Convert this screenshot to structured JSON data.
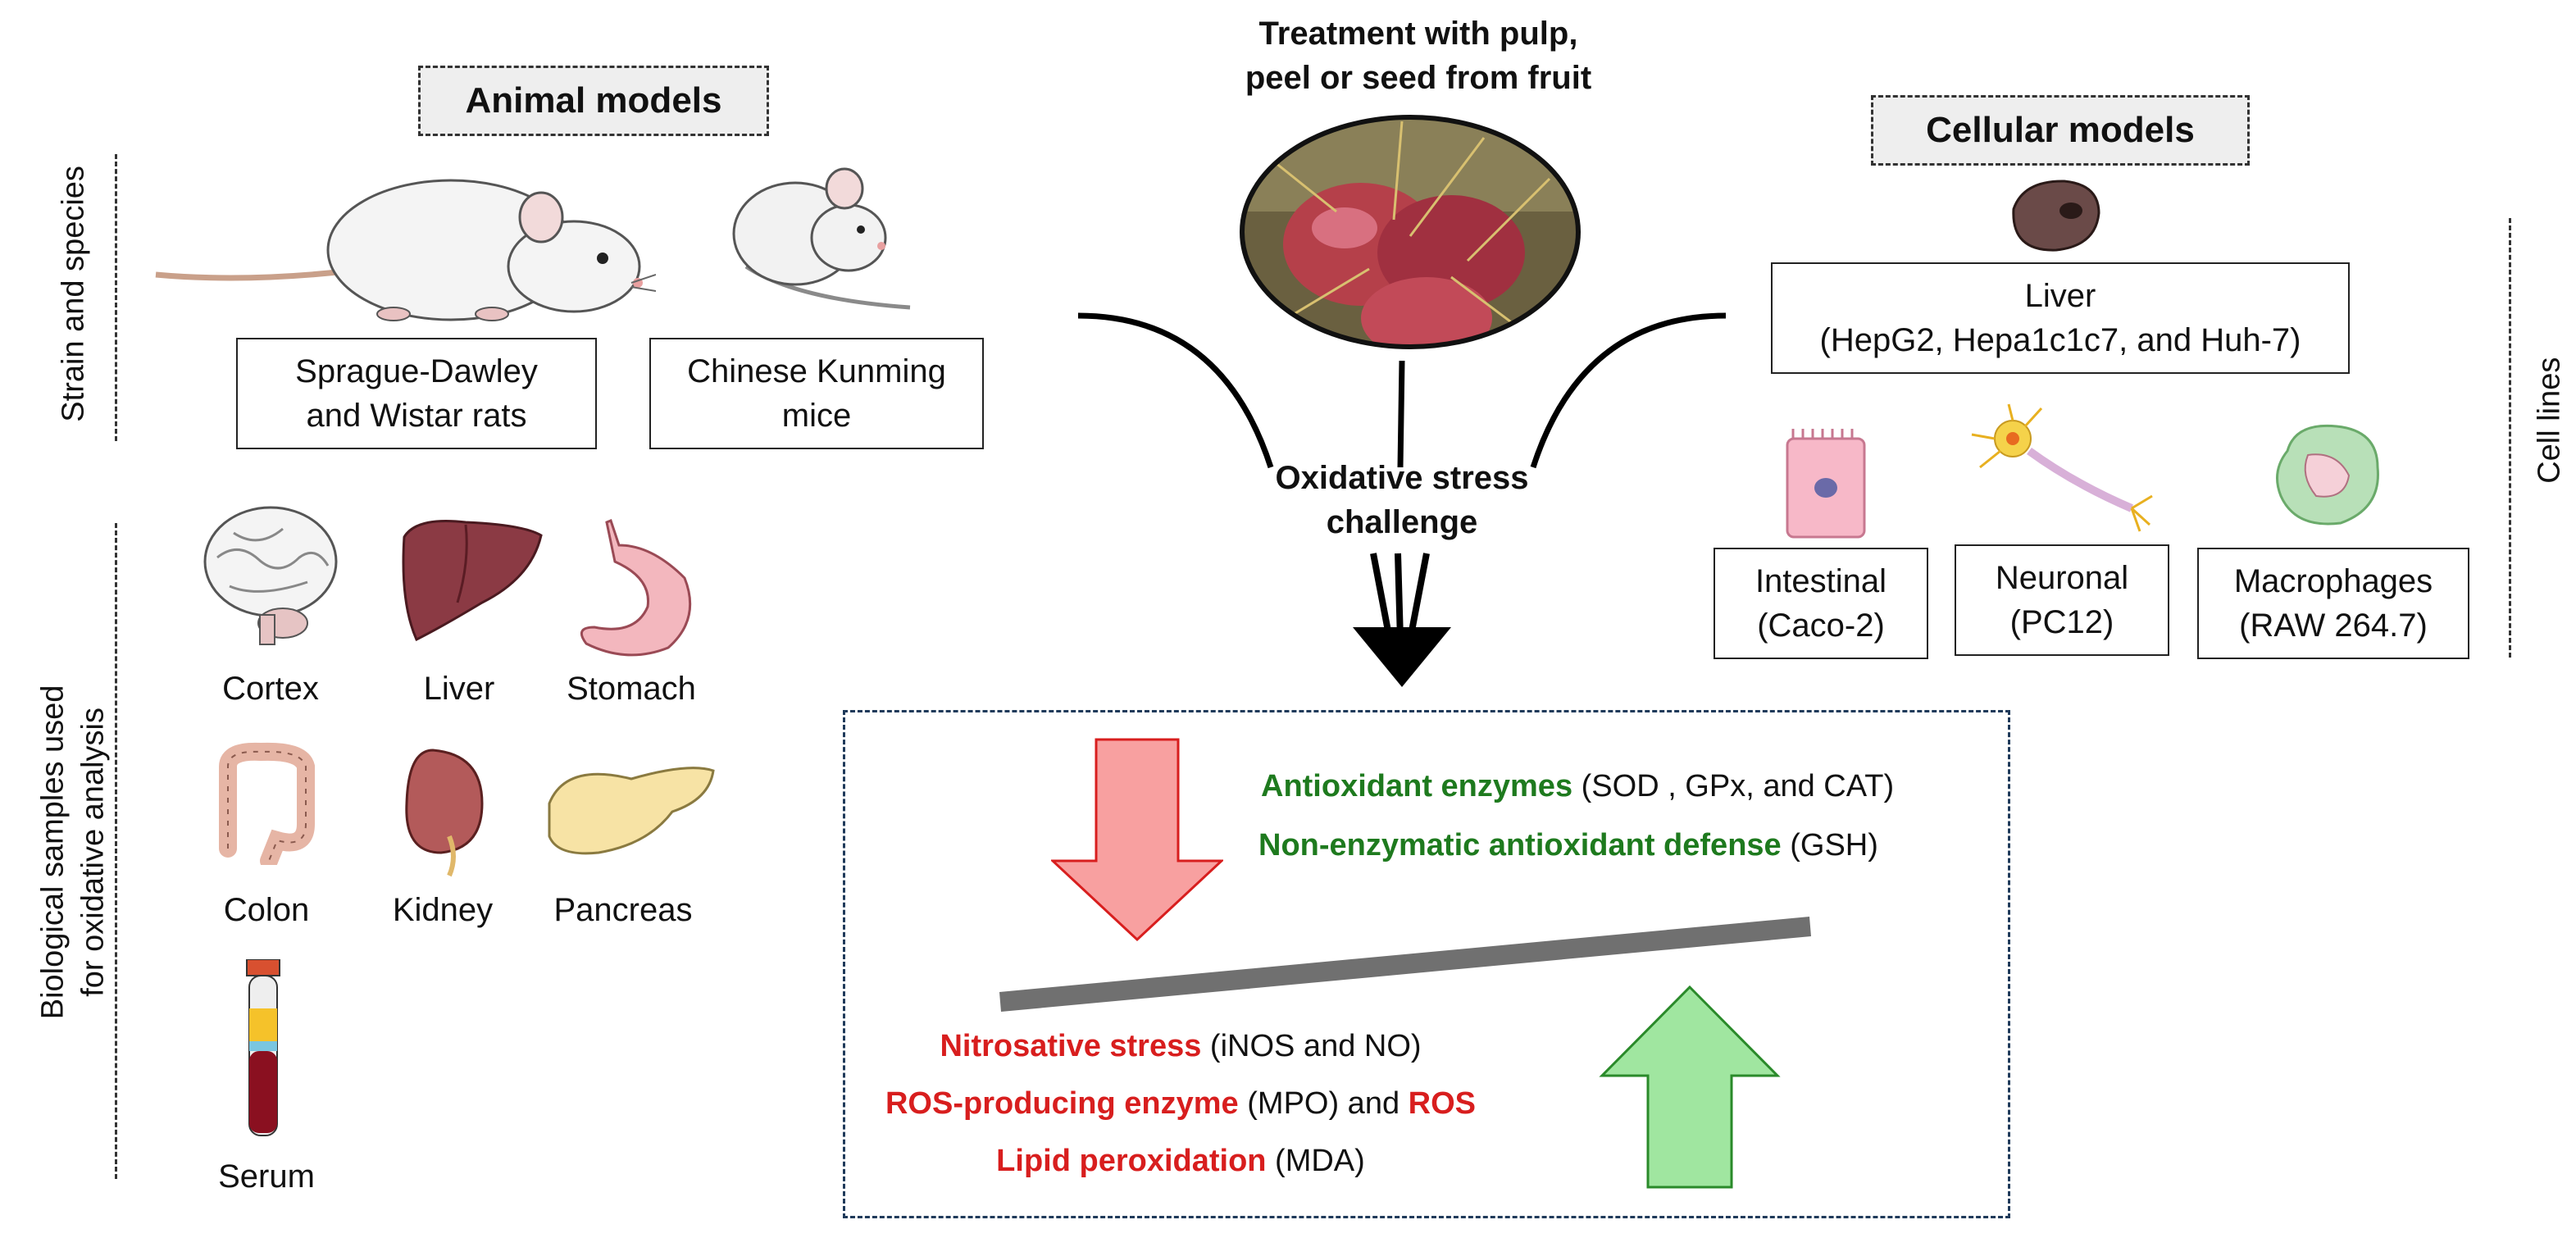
{
  "animal": {
    "title": "Animal models",
    "side_label": "Strain and species",
    "rats_box": [
      "Sprague-Dawley",
      "and Wistar rats"
    ],
    "mice_box": [
      "Chinese Kunming",
      "mice"
    ]
  },
  "samples": {
    "side_label": [
      "Biological samples used",
      "for oxidative analysis"
    ],
    "organs": [
      "Cortex",
      "Liver",
      "Stomach",
      "Colon",
      "Kidney",
      "Pancreas",
      "Serum"
    ]
  },
  "treatment": {
    "title": [
      "Treatment with pulp,",
      "peel or seed from fruit"
    ],
    "challenge": [
      "Oxidative stress",
      "challenge"
    ]
  },
  "cellular": {
    "title": "Cellular models",
    "side_label": "Cell lines",
    "liver_box": [
      "Liver",
      "(HepG2, Hepa1c1c7, and Huh-7)"
    ],
    "intestinal_box": [
      "Intestinal",
      "(Caco-2)"
    ],
    "neuronal_box": [
      "Neuronal",
      "(PC12)"
    ],
    "macrophages_box": [
      "Macrophages",
      "(RAW 264.7)"
    ]
  },
  "outcomes": {
    "decrease": [
      {
        "bold": "Antioxidant enzymes",
        "rest": " (SOD , GPx, and CAT)"
      },
      {
        "bold": "Non-enzymatic antioxidant defense",
        "rest": " (GSH)"
      }
    ],
    "increase": [
      {
        "bold": "Nitrosative stress",
        "rest": " (iNOS and NO)"
      },
      {
        "bold": "ROS-producing enzyme",
        "rest": " (MPO) and ",
        "bold2": "ROS"
      },
      {
        "bold": "Lipid peroxidation",
        "rest": " (MDA)"
      }
    ]
  },
  "colors": {
    "green_text": "#1e7a1e",
    "red_text": "#d81e1e",
    "down_arrow_fill": "#f8a0a0",
    "up_arrow_fill": "#a0e6a0",
    "balance_bar": "#707070",
    "dashed_box_border": "#1f3a5a"
  },
  "icons": [
    "rat-icon",
    "mouse-icon",
    "fruit-photo",
    "hepatocyte-icon",
    "intestinal-cell-icon",
    "neuron-icon",
    "macrophage-icon",
    "brain-icon",
    "liver-icon",
    "stomach-icon",
    "colon-icon",
    "kidney-icon",
    "pancreas-icon",
    "blood-tube-icon"
  ]
}
